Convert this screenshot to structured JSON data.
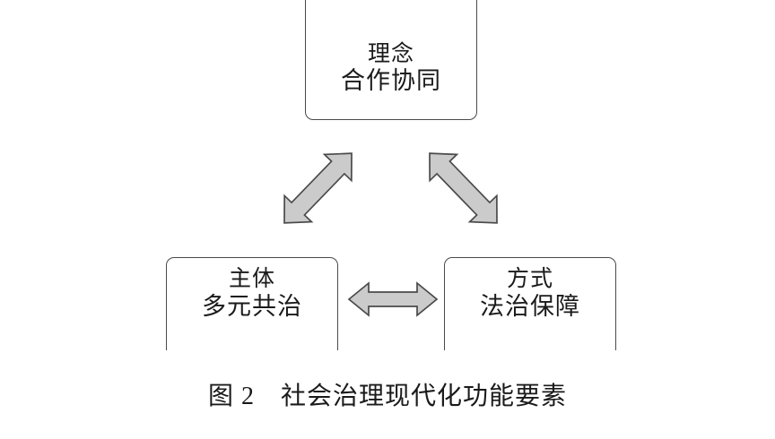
{
  "figure": {
    "caption": "图 2　社会治理现代化功能要素",
    "caption_number": "图 2",
    "caption_title": "社会治理现代化功能要素",
    "background_color": "#ffffff",
    "node_border_color": "#4a4a4a",
    "arrow_fill_color": "#cbcbcb",
    "arrow_stroke_color": "#4a4a4a",
    "text_color": "#1a1a1a"
  },
  "nodes": [
    {
      "id": "top",
      "position": "top",
      "line1": "理念",
      "line2": "合作协同",
      "clipped": "top"
    },
    {
      "id": "left",
      "position": "bottom-left",
      "line1": "主体",
      "line2": "多元共治",
      "clipped": "bottom"
    },
    {
      "id": "right",
      "position": "bottom-right",
      "line1": "方式",
      "line2": "法治保障",
      "clipped": "bottom"
    }
  ],
  "connectors": [
    {
      "id": "left-diagonal",
      "from": "left",
      "to": "top",
      "style": "double-headed-arrow",
      "orientation": "diagonal-up-right"
    },
    {
      "id": "right-diagonal",
      "from": "top",
      "to": "right",
      "style": "double-headed-arrow",
      "orientation": "diagonal-down-right"
    },
    {
      "id": "bottom-horizontal",
      "from": "left",
      "to": "right",
      "style": "double-headed-arrow",
      "orientation": "horizontal"
    }
  ]
}
